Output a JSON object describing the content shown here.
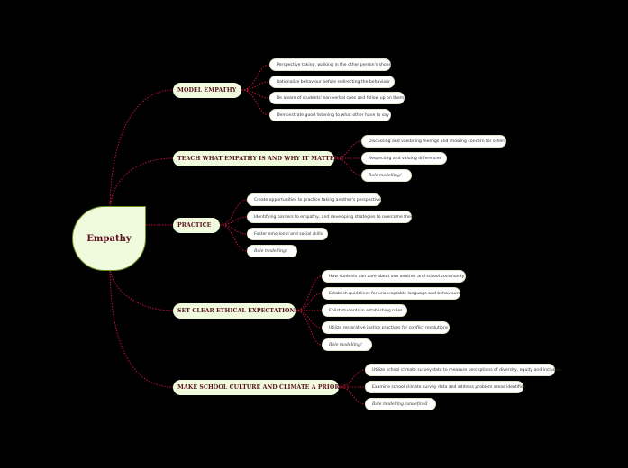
{
  "root": {
    "label": "Empathy"
  },
  "branches": [
    {
      "label": "MODEL EMPATHY",
      "leaves": [
        "Perspective taking, walking in the other person's shoes",
        "Rationalize behaviour before redirecting the behaviour",
        "Be aware of students' non-verbal cues and follow up on them",
        "Demonstrate good listening to what other have to say"
      ]
    },
    {
      "label": "TEACH WHAT EMPATHY IS AND WHY IT MATTERS",
      "leaves": [
        "Discussing and validating feelings and showing concern for others",
        "Respecting and valuing differences",
        "Role modelling!"
      ]
    },
    {
      "label": "PRACTICE",
      "leaves": [
        "Create opportunities to practice taking another's perspective",
        "Identifying barriers to empathy, and developing strategies to overcome them",
        "Foster emotional and social skills",
        "Role modelling!"
      ]
    },
    {
      "label": "SET CLEAR ETHICAL EXPECTATIONS",
      "leaves": [
        "How students can care about one another and school community",
        "Establish guidelines for unacceptable language and behaviours",
        "Enlist students in establishing rules",
        "Utilize restorative justice practices for conflict resolutions",
        "Role modelling!"
      ]
    },
    {
      "label": "MAKE SCHOOL CULTURE AND CLIMATE A PRIORITY",
      "leaves": [
        "Utilize school climate survey data to measure perceptions of diversity, equity and inclusion",
        "Examine school climate survey data and address problem areas identified",
        "Role modelling (undefined"
      ]
    }
  ]
}
